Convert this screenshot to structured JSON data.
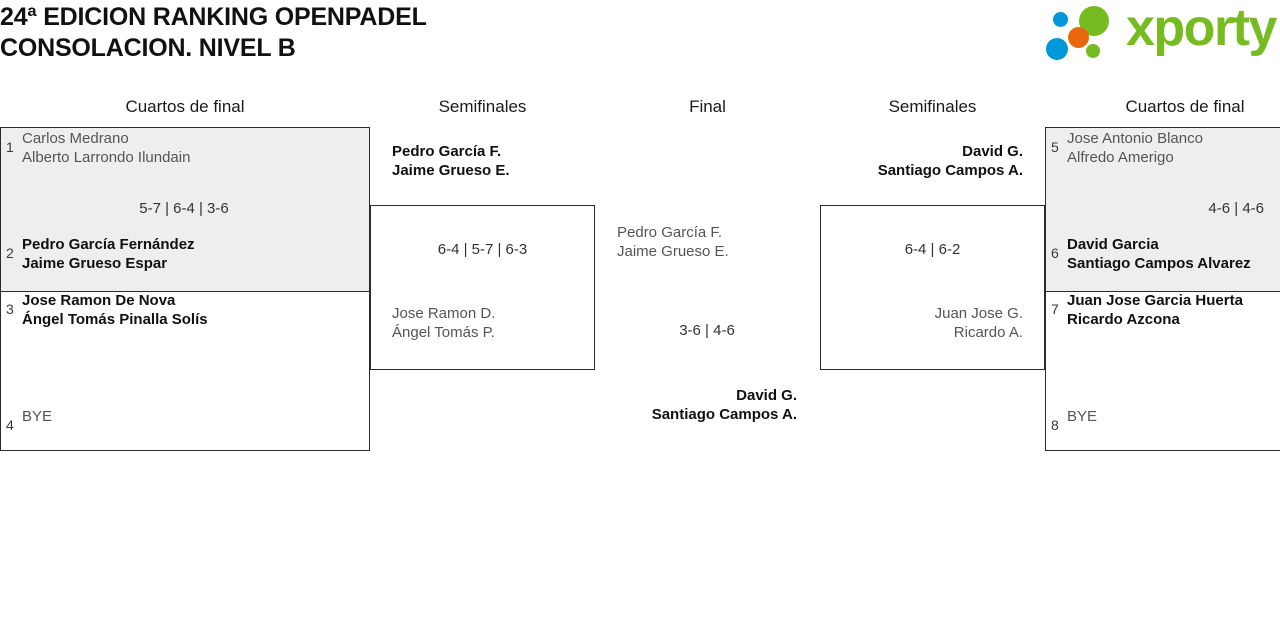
{
  "header": {
    "title": "24ª EDICION RANKING OPENPADEL\nCONSOLACION. NIVEL B",
    "logo": {
      "brand": "xporty",
      "colors": {
        "green": "#76bc21",
        "blue": "#0098d8",
        "orange": "#e8690b"
      },
      "dots": [
        "blue-dot-small",
        "green-dot-large",
        "orange-dot",
        "blue-dot-large",
        "green-dot-small"
      ]
    }
  },
  "rounds": {
    "left_quarters": "Cuartos de final",
    "left_semis": "Semifinales",
    "final": "Final",
    "right_semis": "Semifinales",
    "right_quarters": "Cuartos de final"
  },
  "bracket": {
    "left_quarterfinals": [
      {
        "id": "lqf1",
        "score": "5-7 | 6-4 | 3-6",
        "slots": [
          {
            "seed": "1",
            "names": "Carlos Medrano\nAlberto Larrondo Ilundain",
            "result": "loser"
          },
          {
            "seed": "2",
            "names": "Pedro García Fernández\nJaime Grueso Espar",
            "result": "winner"
          }
        ]
      },
      {
        "id": "lqf2",
        "score": "",
        "slots": [
          {
            "seed": "3",
            "names": "Jose Ramon De Nova\nÁngel Tomás Pinalla Solís",
            "result": "winner"
          },
          {
            "seed": "4",
            "names": "BYE",
            "result": "bye"
          }
        ]
      }
    ],
    "left_semifinal": {
      "id": "lsf1",
      "score": "6-4 | 5-7 | 6-3",
      "slots": [
        {
          "seed": "",
          "names": "Pedro García F.\nJaime Grueso E.",
          "result": "winner"
        },
        {
          "seed": "",
          "names": "Jose Ramon D.\nÁngel Tomás P.",
          "result": "loser"
        }
      ]
    },
    "final": {
      "id": "final",
      "score": "3-6 | 4-6",
      "slots": [
        {
          "seed": "",
          "names": "Pedro García F.\nJaime Grueso E.",
          "result": "loser"
        },
        {
          "seed": "",
          "names": "David G.\nSantiago Campos A.",
          "result": "winner"
        }
      ]
    },
    "right_semifinal": {
      "id": "rsf1",
      "score": "6-4 | 6-2",
      "slots": [
        {
          "seed": "",
          "names": "David G.\nSantiago Campos A.",
          "result": "winner"
        },
        {
          "seed": "",
          "names": "Juan Jose G.\nRicardo A.",
          "result": "loser"
        }
      ]
    },
    "right_quarterfinals": [
      {
        "id": "rqf1",
        "score": "4-6 | 4-6",
        "slots": [
          {
            "seed": "5",
            "names": "Jose Antonio Blanco\nAlfredo Amerigo",
            "result": "loser"
          },
          {
            "seed": "6",
            "names": "David Garcia\nSantiago Campos Alvarez",
            "result": "winner"
          }
        ]
      },
      {
        "id": "rqf2",
        "score": "",
        "slots": [
          {
            "seed": "7",
            "names": "Juan Jose Garcia Huerta\nRicardo Azcona",
            "result": "winner"
          },
          {
            "seed": "8",
            "names": "BYE",
            "result": "bye"
          }
        ]
      }
    ]
  }
}
